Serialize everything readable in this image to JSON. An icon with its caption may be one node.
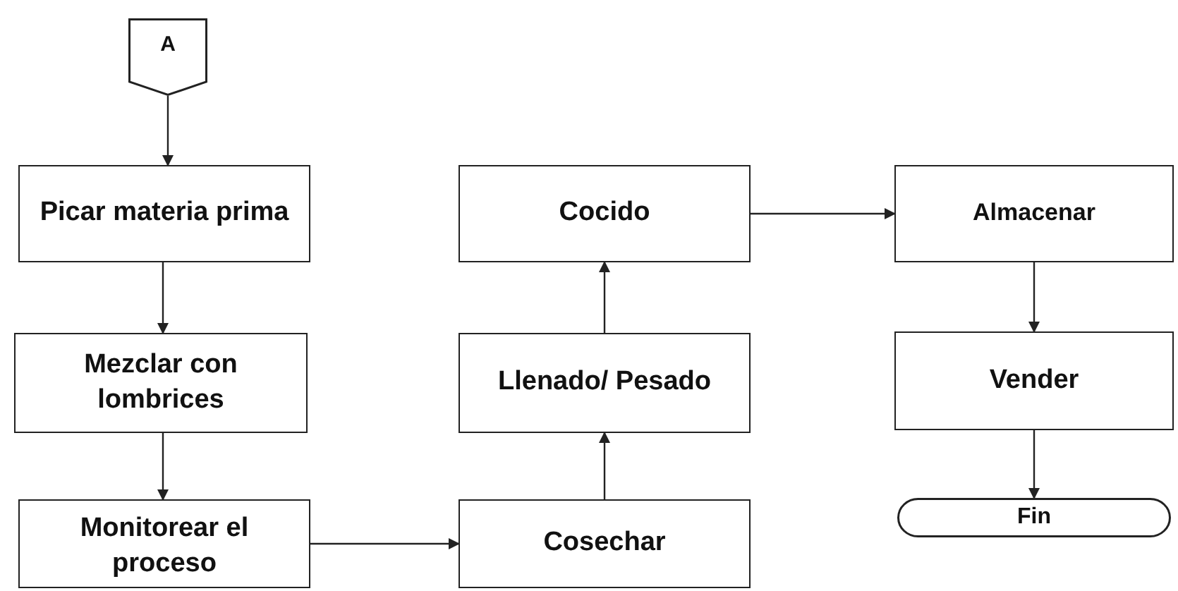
{
  "diagram": {
    "nodes": [
      {
        "text": [
          "A"
        ]
      },
      {
        "text": [
          "Picar materia prima"
        ]
      },
      {
        "text": [
          "Mezclar con lombrices"
        ]
      },
      {
        "text": [
          "Monitorear el proceso"
        ]
      },
      {
        "text": [
          "Cosechar"
        ]
      },
      {
        "text": [
          "Llenado/ Pesado"
        ]
      },
      {
        "text": [
          "Cocido"
        ]
      },
      {
        "text": [
          "Almacenar"
        ]
      },
      {
        "text": [
          "Vender"
        ]
      },
      {
        "text": [
          "Fin"
        ]
      }
    ],
    "edges": [
      {
        "from": 0,
        "to": 1,
        "arrow": "to"
      },
      {
        "from": 1,
        "to": 2,
        "arrow": "to"
      },
      {
        "from": 2,
        "to": 3,
        "arrow": "to"
      },
      {
        "from": 3,
        "to": 4,
        "arrow": "to"
      },
      {
        "from": 4,
        "to": 5,
        "arrow": "to"
      },
      {
        "from": 5,
        "to": 6,
        "arrow": "to"
      },
      {
        "from": 6,
        "to": 7,
        "arrow": "to"
      },
      {
        "from": 7,
        "to": 8,
        "arrow": "to"
      },
      {
        "from": 8,
        "to": 9,
        "arrow": "to"
      }
    ]
  }
}
